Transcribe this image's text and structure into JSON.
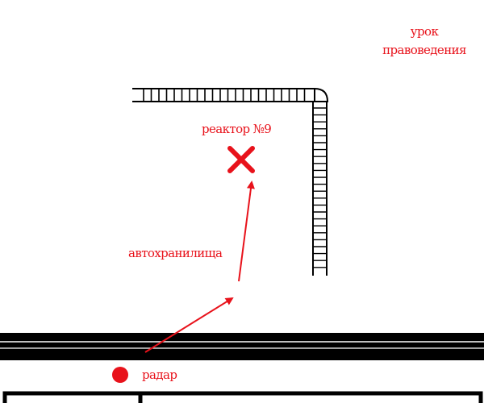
{
  "colors": {
    "annotation": "#e8121b",
    "ink": "#000000",
    "background": "#ffffff"
  },
  "labels": {
    "lesson_line1": "урок",
    "lesson_line2": "правоведения",
    "reactor": "реактор №9",
    "garage": "автохранилища",
    "radar": "радар"
  },
  "icons": {
    "target": "x-mark-icon",
    "radar": "red-dot-icon",
    "route": "arrow-icon"
  }
}
